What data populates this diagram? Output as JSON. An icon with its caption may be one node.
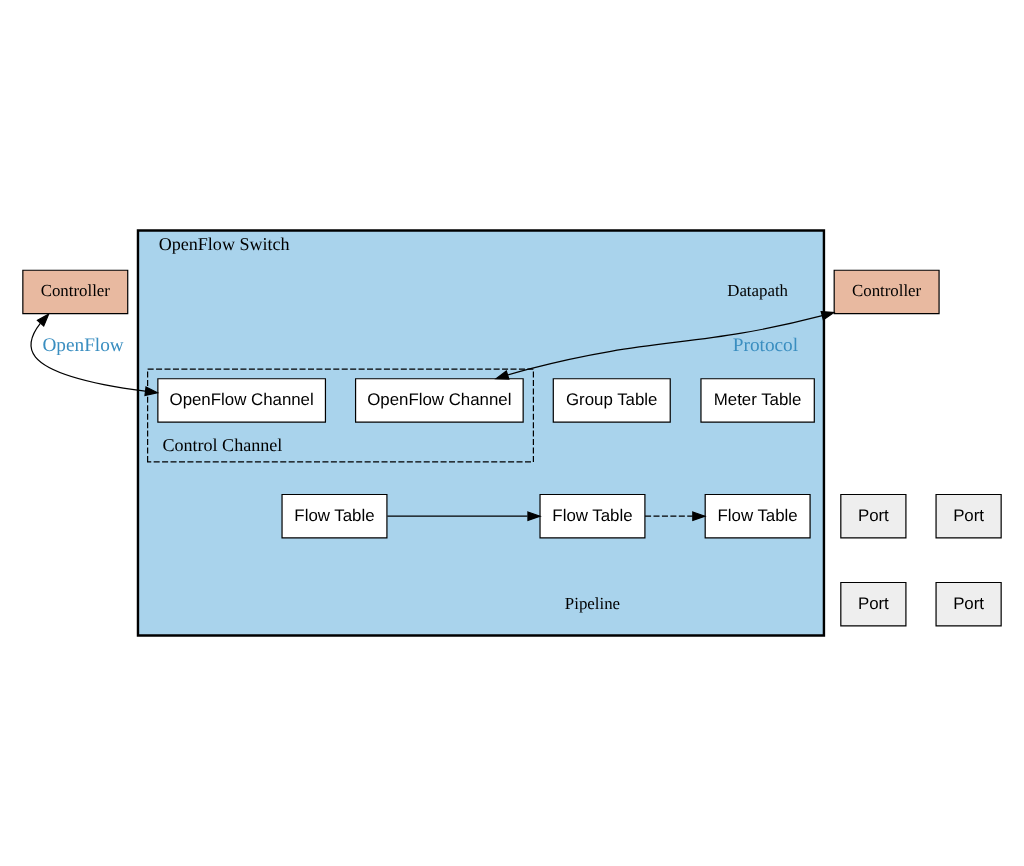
{
  "diagram": {
    "nodes": [
      {
        "text": [
          "Controller"
        ]
      },
      {
        "text": [
          "Controller"
        ]
      },
      {
        "text": [
          "OpenFlow Switch"
        ]
      },
      {
        "text": [
          "Control Channel"
        ],
        "in": 2
      },
      {
        "text": [
          "OpenFlow Channel"
        ],
        "in": 3
      },
      {
        "text": [
          "OpenFlow Channel"
        ],
        "in": 3
      },
      {
        "text": [
          "Group Table"
        ],
        "in": 2
      },
      {
        "text": [
          "Meter Table"
        ],
        "in": 2
      },
      {
        "text": [
          "Port"
        ]
      },
      {
        "text": [
          "Port"
        ]
      },
      {
        "text": [
          "Flow Table"
        ],
        "in": 2
      },
      {
        "text": [
          "Flow Table"
        ],
        "in": 2
      },
      {
        "text": [
          "Flow Table"
        ],
        "in": 2
      },
      {
        "text": [
          "Port"
        ]
      },
      {
        "text": [
          "Port"
        ]
      }
    ],
    "edges": [
      {
        "from": 0,
        "to": 4,
        "arrow": "both",
        "label": "OpenFlow"
      },
      {
        "from": 1,
        "to": 5,
        "arrow": "both",
        "label": "Protocol"
      },
      {
        "from": 10,
        "to": 11,
        "arrow": "to"
      },
      {
        "from": 11,
        "to": 12,
        "arrow": "to",
        "style": "dashed"
      }
    ],
    "labels": [
      "Datapath",
      "Pipeline"
    ]
  }
}
